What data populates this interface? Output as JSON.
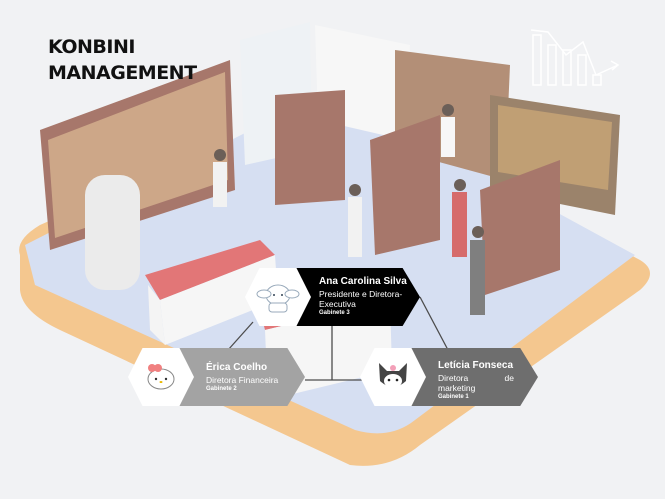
{
  "header": {
    "title_line1": "KONBINI",
    "title_line2": "MANAGEMENT",
    "logo_icon": "bar-chart-decline-icon"
  },
  "org_chart": {
    "president": {
      "name": "Ana Carolina Silva",
      "role": "Presidente e Diretora-Executiva",
      "office": "Gabinete 3",
      "avatar": "cinnamoroll-avatar",
      "color": "#000000"
    },
    "finance": {
      "name": "Érica Coelho",
      "role": "Diretora Financeira",
      "office": "Gabinete 2",
      "avatar": "hello-kitty-avatar",
      "color": "#a3a3a3"
    },
    "marketing": {
      "name": "Letícia Fonseca",
      "role": "Diretora de marketing",
      "office": "Gabinete 1",
      "avatar": "kuromi-avatar",
      "color": "#6e6e6e"
    }
  }
}
